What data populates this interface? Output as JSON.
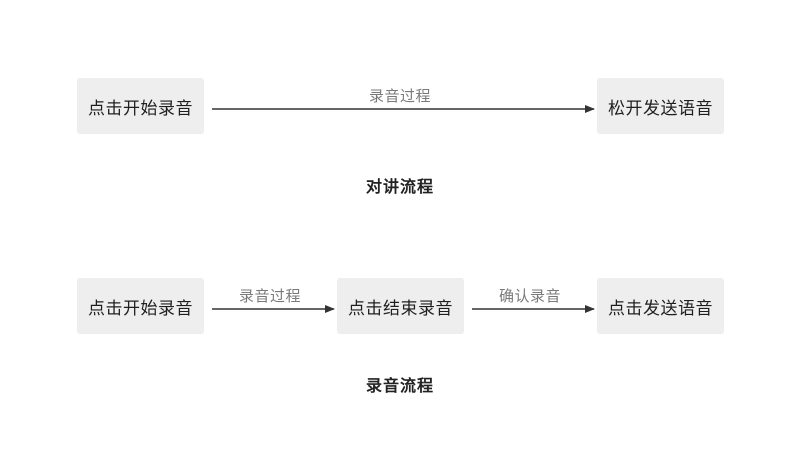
{
  "intercom_flow": {
    "start_box": "点击开始录音",
    "arrow_label": "录音过程",
    "end_box": "松开发送语音",
    "caption": "对讲流程"
  },
  "record_flow": {
    "start_box": "点击开始录音",
    "arrow1_label": "录音过程",
    "middle_box": "点击结束录音",
    "arrow2_label": "确认录音",
    "end_box": "点击发送语音",
    "caption": "录音流程"
  },
  "colors": {
    "box_background": "#eeeeee",
    "arrow": "#333333",
    "arrow_label": "#7a7a7a"
  }
}
